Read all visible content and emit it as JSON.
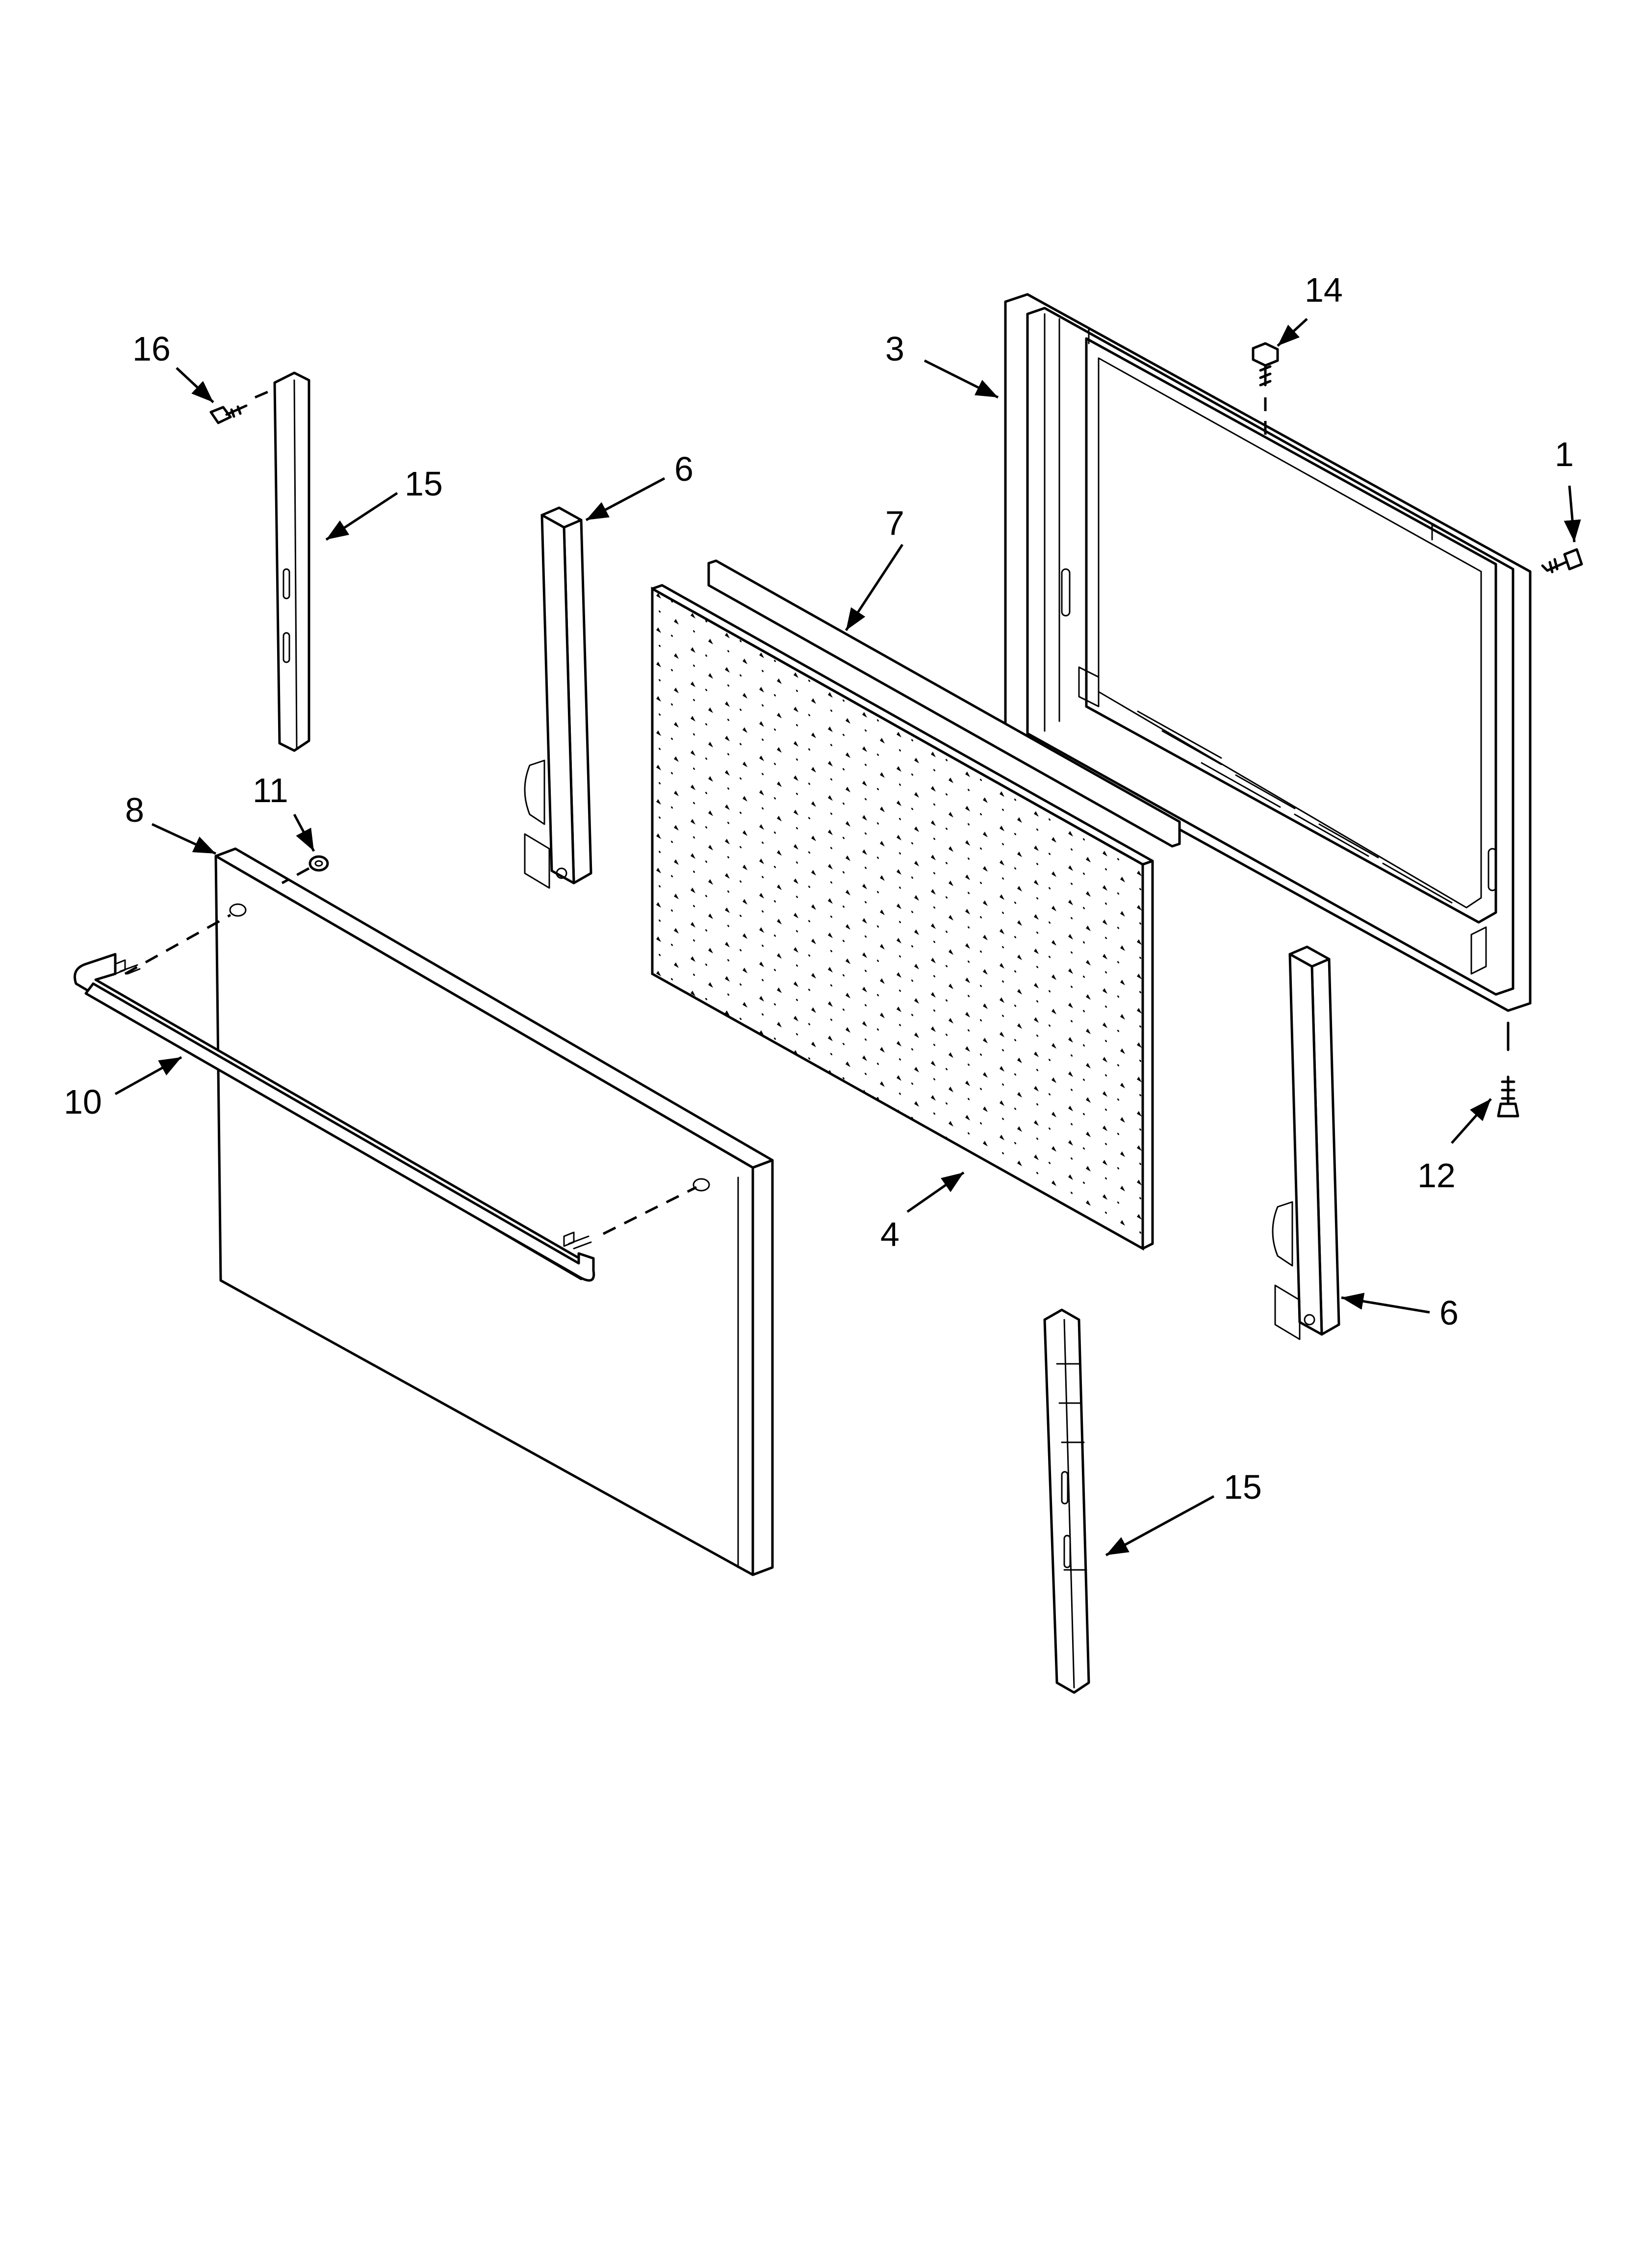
{
  "diagram": {
    "callouts": [
      {
        "id": "c16",
        "label": "16"
      },
      {
        "id": "c15a",
        "label": "15"
      },
      {
        "id": "c6a",
        "label": "6"
      },
      {
        "id": "c7",
        "label": "7"
      },
      {
        "id": "c3",
        "label": "3"
      },
      {
        "id": "c14",
        "label": "14"
      },
      {
        "id": "c1",
        "label": "1"
      },
      {
        "id": "c11",
        "label": "11"
      },
      {
        "id": "c8",
        "label": "8"
      },
      {
        "id": "c10",
        "label": "10"
      },
      {
        "id": "c4",
        "label": "4"
      },
      {
        "id": "c12",
        "label": "12"
      },
      {
        "id": "c6b",
        "label": "6"
      },
      {
        "id": "c15b",
        "label": "15"
      }
    ],
    "colors": {
      "line": "#000000",
      "background": "#ffffff"
    }
  }
}
